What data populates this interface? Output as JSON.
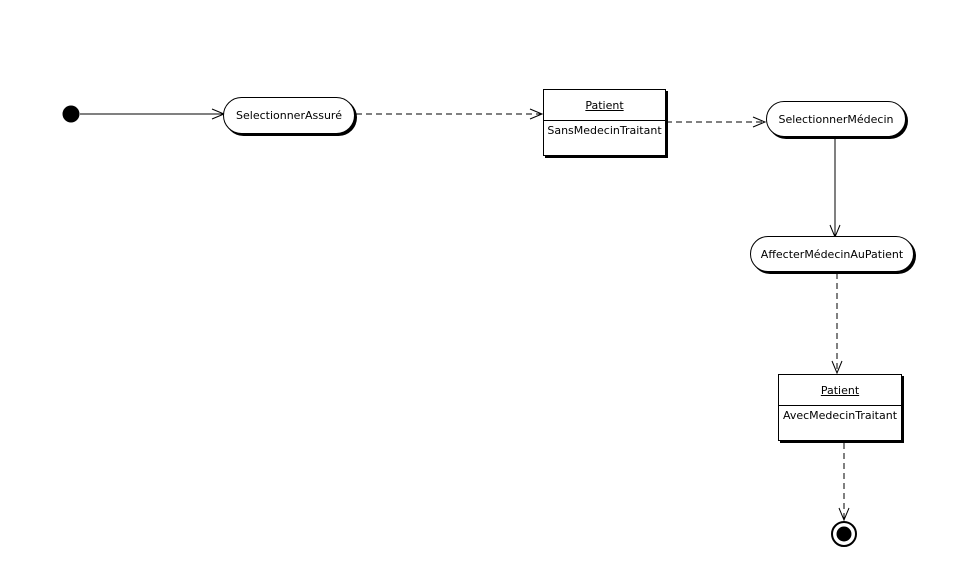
{
  "diagram": {
    "actions": {
      "select_insured": "SelectionnerAssuré",
      "select_doctor": "SelectionnerMédecin",
      "assign_doctor": "AffecterMédecinAuPatient"
    },
    "objects": {
      "patient_without": {
        "name": "Patient",
        "state": "SansMedecinTraitant"
      },
      "patient_with": {
        "name": "Patient",
        "state": "AvecMedecinTraitant"
      }
    },
    "colors": {
      "line": "#000000",
      "fill": "#ffffff"
    }
  }
}
